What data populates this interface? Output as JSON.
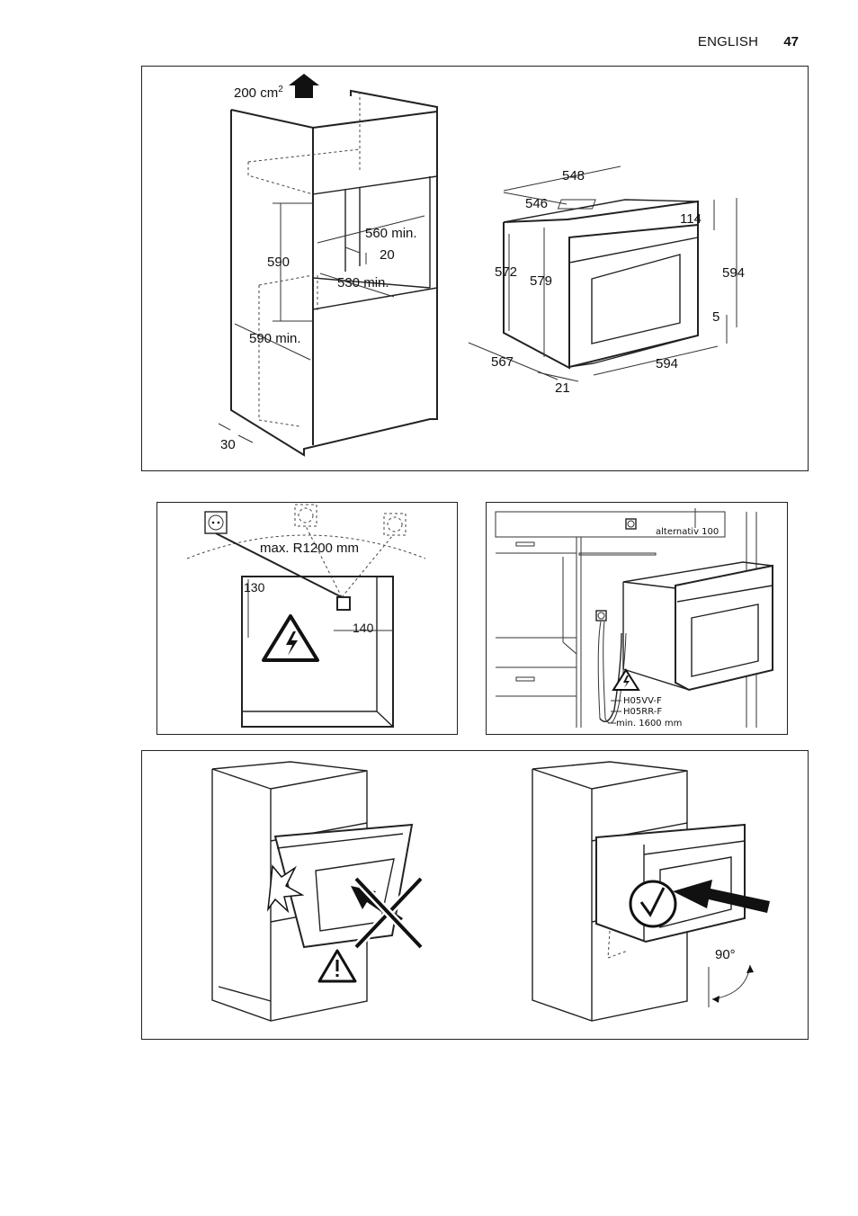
{
  "header": {
    "language": "ENGLISH",
    "page_number": "47"
  },
  "figure1": {
    "ventilation_area": "200 cm",
    "ventilation_exp": "2",
    "dim_590": "590",
    "dim_560_min": "560 min.",
    "dim_20": "20",
    "dim_530_min": "530 min.",
    "dim_590_min": "590 min.",
    "dim_30": "30",
    "dim_548": "548",
    "dim_546": "546",
    "dim_114": "114",
    "dim_572": "572",
    "dim_579": "579",
    "dim_594_height": "594",
    "dim_5": "5",
    "dim_567": "567",
    "dim_594_width": "594",
    "dim_21": "21"
  },
  "figure2": {
    "radius_label": "max. R1200 mm",
    "dim_130": "130",
    "dim_140": "140"
  },
  "figure3": {
    "alternativ": "alternativ 100",
    "cable_1": "H05VV-F",
    "cable_2": "H05RR-F",
    "cable_min": "min. 1600 mm"
  },
  "figure4": {
    "angle_label": "90°"
  }
}
